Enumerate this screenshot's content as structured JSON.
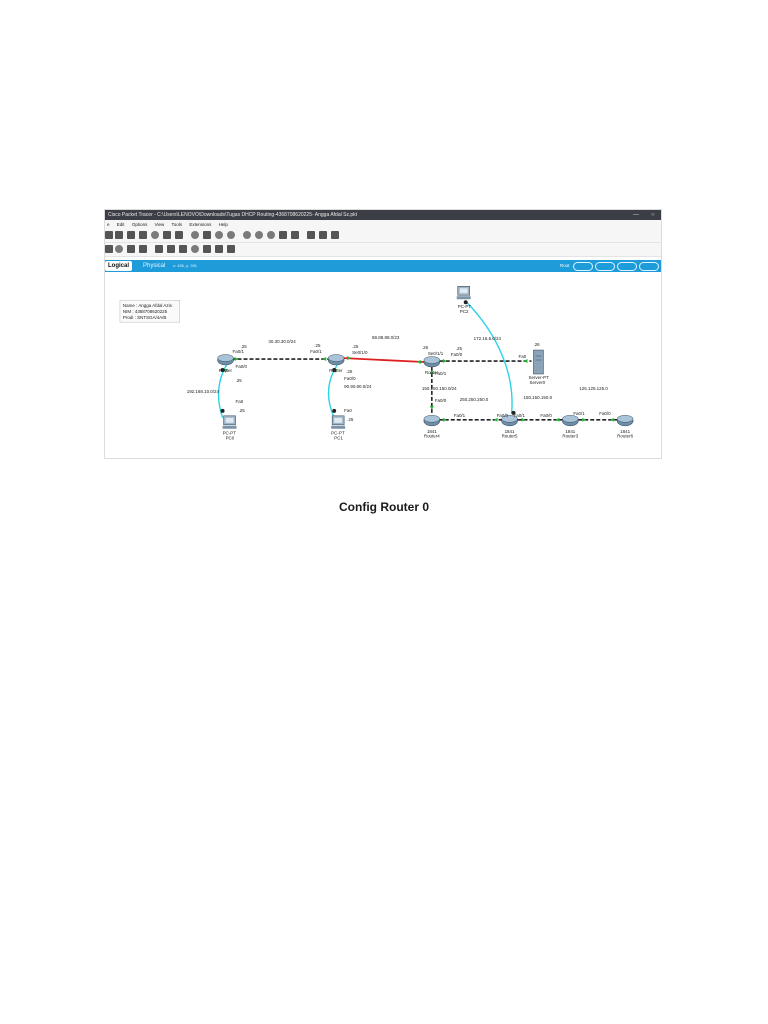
{
  "screenshot": {
    "title": "Cisco Packet Tracer - C:\\Users\\LENOVO\\Downloads\\Tugas DHCP Routing-4368708620225- Angga Afdal Sz.pkt",
    "win_min": "—",
    "win_max": "○",
    "menu": [
      "e",
      "Edit",
      "Options",
      "View",
      "Tools",
      "Extensions",
      "Help"
    ],
    "tabs": {
      "logical": "Logical",
      "physical": "Physical",
      "coords": "x: 455, y: 391",
      "root": "Root"
    },
    "info_box": [
      "Name : Angga Afdal Azis",
      "NIM : 4368708620225",
      "Prodi : SNTSGA/4A/B"
    ],
    "devices": {
      "pc0": [
        "PC-PT",
        "PC0"
      ],
      "pc1": [
        "PC-PT",
        "PC1"
      ],
      "pc2": [
        "PC-PT",
        "PC2"
      ],
      "server0": [
        "Server-PT",
        "Server0"
      ],
      "router0": "Router",
      "router1": "Router",
      "router2": "Router",
      "router4": [
        "1841",
        "Router4"
      ],
      "router5": [
        "1841",
        "Router5"
      ],
      "router3": [
        "1841",
        "Router3"
      ],
      "router6": [
        "1841",
        "Router6"
      ]
    },
    "networks": {
      "n1": "30.30.30.0/24",
      "n2": "88.88.88.0/23",
      "n3": "192.168.10.0/24",
      "n4": "90.90.90.0/24",
      "n5": "172.16.5.0/24",
      "n6": "150.150.150.0/24",
      "n7": "250.250.250.0",
      "n8": "150.150.150.0",
      "n9": "125.125.125.0"
    },
    "ports": {
      "r0_fa01": "Fa0/1",
      "r0_fa00": "Fa0/0",
      "r0_25a": ".25",
      "r0_25b": ".25",
      "r1_fa01": "Fa0/1",
      "r1_se": "Se0/1/0",
      "r1_fa00": "Fa0/0",
      "r1_25a": ".25",
      "r1_25b": ".25",
      "r1_25c": ".25",
      "pc0_fa0": "Fa0",
      "pc0_25": ".25",
      "pc1_fa0": "Fa0",
      "pc1_25": ".25",
      "r2_se": "Se0/1/1",
      "r2_fa00": "Fa0/0",
      "r2_fa01": "Fa0/1",
      "r2_26": ".26",
      "r2_25": ".25",
      "srv_fa0": "Fa0",
      "srv_26": ".26",
      "r4_fa00": "Fa0/0",
      "r4_fa01": "Fa0/1",
      "r5_fa00": "Fa0/0",
      "r5_fa01": "Fa0/1",
      "r3_fa00": "Fa0/0",
      "r3_fa01": "Fa0/1",
      "r6_fa00": "Fa0/0"
    },
    "link_colors": {
      "fiber": "#2ad3e6",
      "serial": "#e02020",
      "copper": "#222222",
      "up": "#21b431"
    }
  },
  "caption": "Config Router 0"
}
